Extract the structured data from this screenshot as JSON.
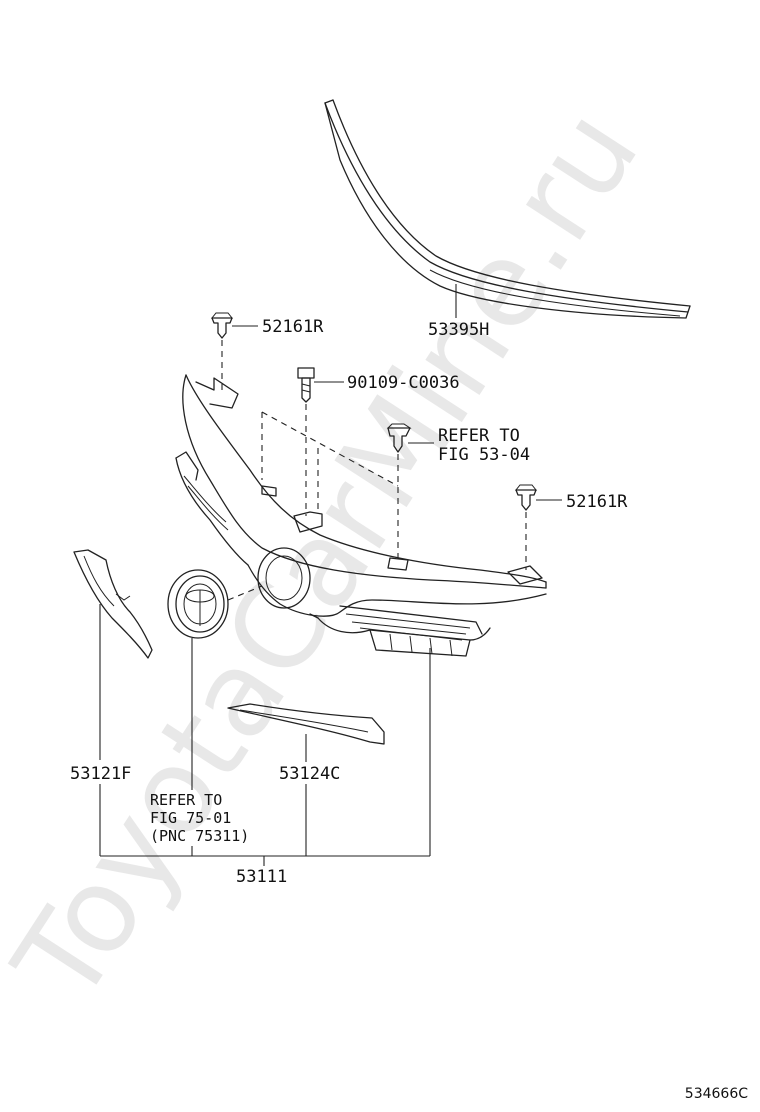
{
  "diagram": {
    "watermark": "ToyotaCarMine.ru",
    "figure_code": "534666C",
    "callouts": {
      "trim_strip": "53395H",
      "clip_left": "52161R",
      "bolt": "90109-C0036",
      "refer_clip_line1": "REFER TO",
      "refer_clip_line2": "FIG 53-04",
      "clip_right": "52161R",
      "side_molding": "53121F",
      "lower_molding": "53124C",
      "refer_emblem_line1": "REFER TO",
      "refer_emblem_line2": "FIG 75-01",
      "refer_emblem_line3": "(PNC 75311)",
      "grille_assembly": "53111"
    }
  }
}
